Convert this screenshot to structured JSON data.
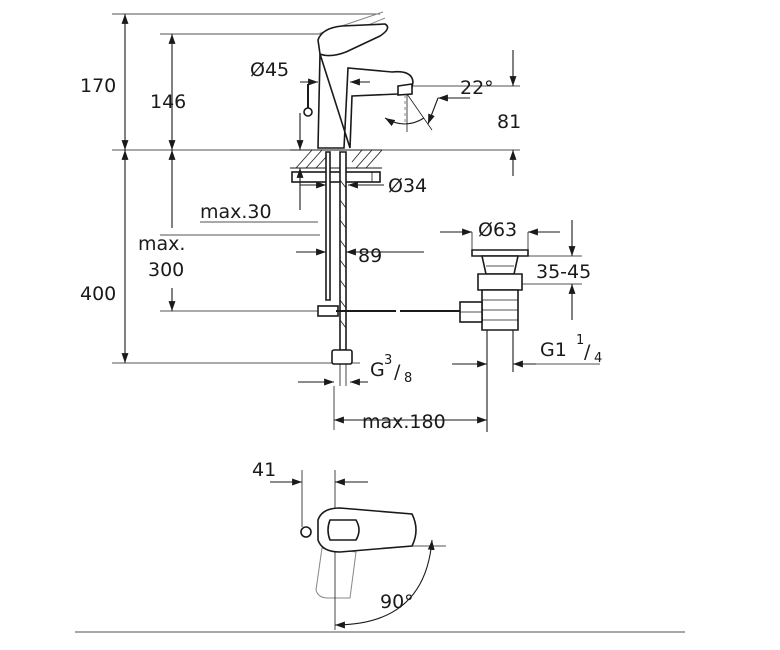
{
  "dimensions": {
    "overall_height_top": "170",
    "spout_height": "146",
    "body_diameter": "Ø45",
    "spout_angle": "22°",
    "spout_projection": "81",
    "hole_diameter": "Ø34",
    "max_deck_thickness": "max.30",
    "hose_length_max_label": "max.",
    "hose_length_max_value": "300",
    "hose_total": "400",
    "waste_offset": "89",
    "waste_diameter": "Ø63",
    "waste_range": "35-45",
    "waste_thread_base": "G1",
    "waste_thread_num": "1",
    "waste_thread_den": "4",
    "supply_thread_base": "G",
    "supply_thread_num": "3",
    "supply_thread_den": "8",
    "waste_reach_max": "max.180",
    "lever_offset": "41",
    "lever_rotation": "90°"
  }
}
